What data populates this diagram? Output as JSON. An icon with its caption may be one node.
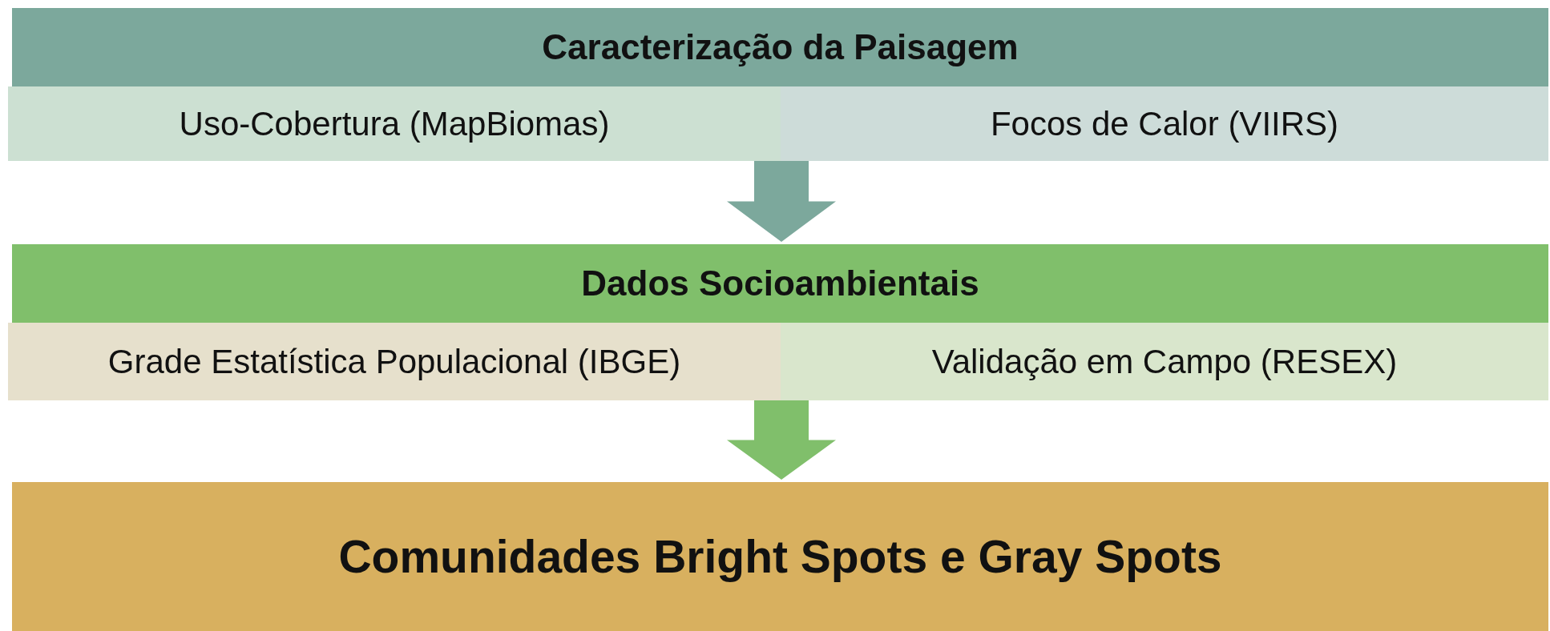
{
  "diagram": {
    "nodes": [
      {
        "text": [
          "Caracterização da Paisagem"
        ]
      },
      {
        "text": [
          "Uso-Cobertura (MapBiomas)"
        ],
        "in": 0
      },
      {
        "text": [
          "Focos de Calor (VIIRS)"
        ],
        "in": 0
      },
      {
        "text": [
          "Dados Socioambientais"
        ]
      },
      {
        "text": [
          "Grade Estatística Populacional (IBGE)"
        ],
        "in": 3
      },
      {
        "text": [
          "Validação em Campo (RESEX)"
        ],
        "in": 3
      },
      {
        "text": [
          "Comunidades Bright Spots e Gray Spots"
        ]
      }
    ],
    "edges": [
      {
        "from": 0,
        "to": 3,
        "arrow": "to",
        "color": "#7ca89c"
      },
      {
        "from": 3,
        "to": 6,
        "arrow": "to",
        "color": "#80bf6b"
      }
    ]
  }
}
